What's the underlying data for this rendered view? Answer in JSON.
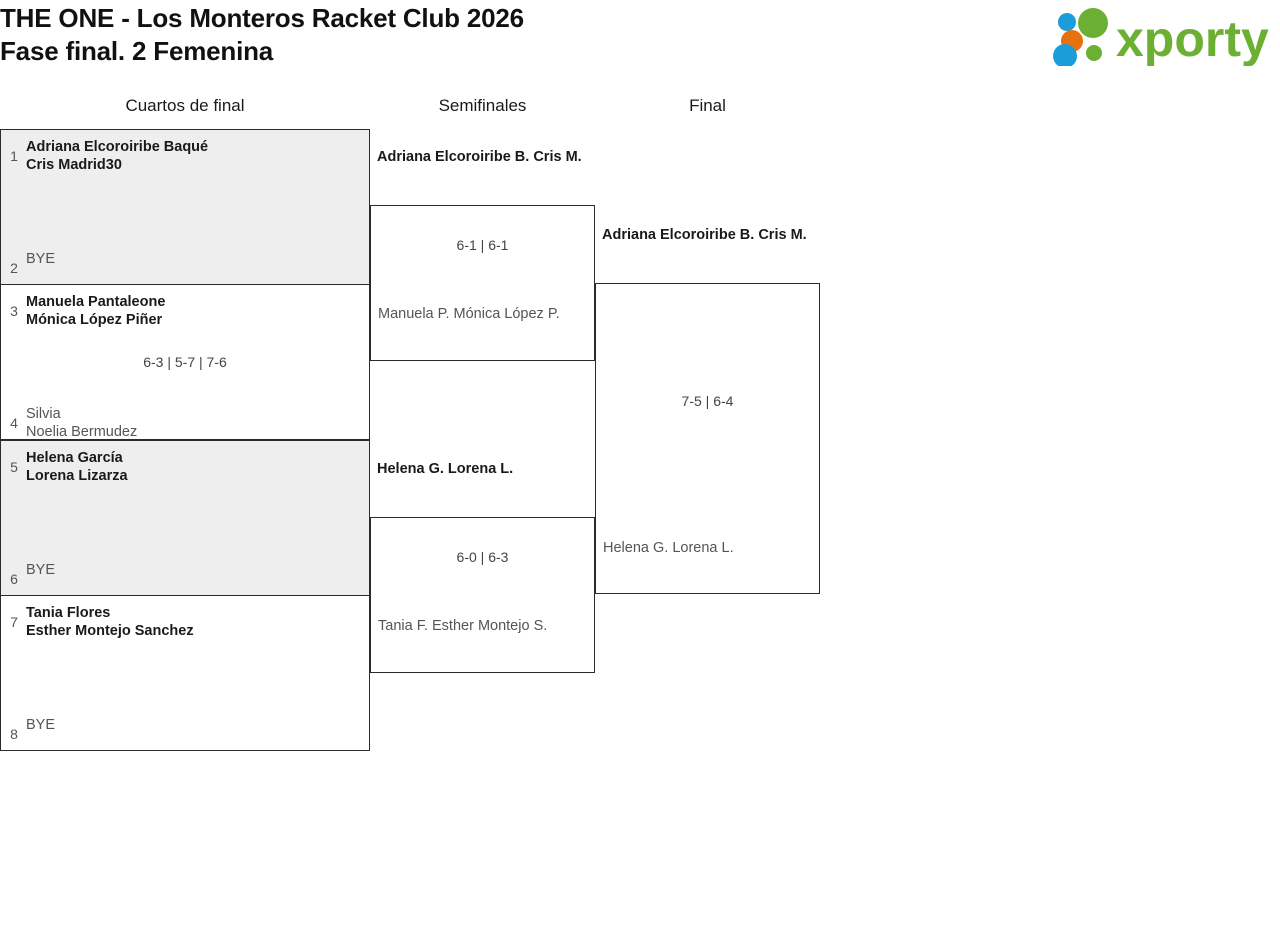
{
  "header": {
    "title_line1": "THE ONE - Los Monteros Racket Club 2026",
    "title_line2": "Fase final. 2 Femenina",
    "logo_text": "xporty",
    "logo_colors": {
      "green": "#6cb033",
      "blue": "#1b9dd9",
      "orange": "#e8700f"
    }
  },
  "rounds": [
    {
      "key": "qf",
      "label": "Cuartos de final"
    },
    {
      "key": "sf",
      "label": "Semifinales"
    },
    {
      "key": "f",
      "label": "Final"
    }
  ],
  "quarterfinals": [
    {
      "shaded": true,
      "top_seed": "1",
      "top_p1": "Adriana Elcoroiribe Baqué",
      "top_p2": "Cris Madrid30",
      "bottom_seed": "2",
      "bottom_label": "BYE",
      "score": ""
    },
    {
      "shaded": false,
      "top_seed": "3",
      "top_p1": "Manuela Pantaleone",
      "top_p2": "Mónica López Piñer",
      "bottom_seed": "4",
      "bottom_p1": "Silvia",
      "bottom_p2": "Noelia Bermudez",
      "score": "6-3 | 5-7 | 7-6"
    },
    {
      "shaded": true,
      "top_seed": "5",
      "top_p1": "Helena García",
      "top_p2": "Lorena Lizarza",
      "bottom_seed": "6",
      "bottom_label": "BYE",
      "score": ""
    },
    {
      "shaded": false,
      "top_seed": "7",
      "top_p1": "Tania Flores",
      "top_p2": "Esther Montejo Sanchez",
      "bottom_seed": "8",
      "bottom_label": "BYE",
      "score": ""
    }
  ],
  "semifinals": [
    {
      "winner_p1": "Adriana Elcoroiribe B.",
      "winner_p2": "Cris M.",
      "loser_p1": "Manuela P.",
      "loser_p2": "Mónica López P.",
      "score": "6-1 | 6-1"
    },
    {
      "winner_p1": "Helena G.",
      "winner_p2": "Lorena L.",
      "loser_p1": "Tania F.",
      "loser_p2": "Esther Montejo S.",
      "score": "6-0 | 6-3"
    }
  ],
  "final": {
    "winner_p1": "Adriana Elcoroiribe B.",
    "winner_p2": "Cris M.",
    "loser_p1": "Helena G.",
    "loser_p2": "Lorena L.",
    "score": "7-5 | 6-4"
  }
}
